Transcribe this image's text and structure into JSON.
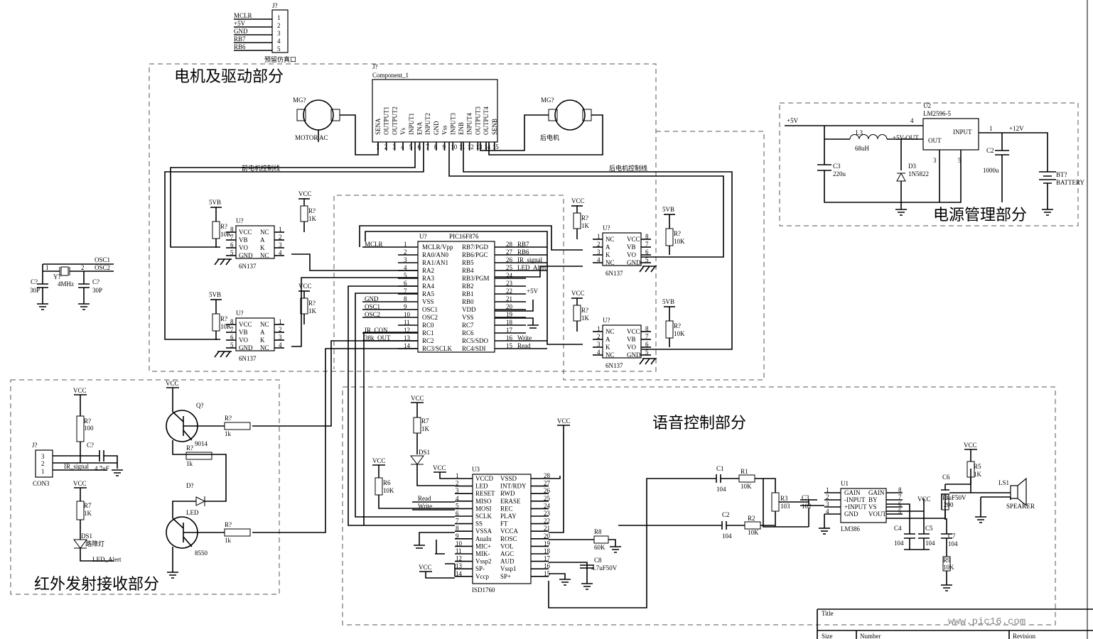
{
  "sections": {
    "motor": "电机及驱动部分",
    "power": "电源管理部分",
    "voice": "语音控制部分",
    "ir": "红外发射接收部分"
  },
  "header_j": {
    "ref": "J?",
    "pins": [
      "1",
      "2",
      "3",
      "4",
      "5"
    ],
    "nets": [
      "MCLR",
      "+5V",
      "GND",
      "RB7",
      "RB6"
    ],
    "label": "预留仿真口"
  },
  "driver": {
    "ref": "J?",
    "name": "Component_1",
    "pins": [
      "SENA",
      "OUTPUT1",
      "OUTPUT2",
      "Vs",
      "INPUT1",
      "ENA",
      "INPUT2",
      "GND",
      "Vss",
      "INPUT3",
      "ENB",
      "INPUT4",
      "OUTPUT3",
      "OUTPUT4",
      "SENB"
    ],
    "nums": [
      "1",
      "2",
      "3",
      "4",
      "5",
      "6",
      "7",
      "8",
      "9",
      "10",
      "11",
      "12",
      "13",
      "14",
      "15"
    ],
    "front_wire": "前电机控制线",
    "rear_wire": "后电机控制线"
  },
  "motors": [
    {
      "ref": "MG?",
      "label": "MOTOR AC"
    },
    {
      "ref": "MG?",
      "label": "后电机"
    }
  ],
  "power": {
    "in": "+5V",
    "out": "+12V",
    "ic_ref": "U2",
    "ic_name": "LM2596-5",
    "ic_pins": [
      "INPUT",
      "OUT"
    ],
    "ic_nums": [
      "4",
      "1",
      "3",
      "5"
    ],
    "net_5vout": "+5V-OUT",
    "l": {
      "ref": "L3",
      "val": "68uH"
    },
    "c3": {
      "ref": "C3",
      "val": "220u"
    },
    "d3": {
      "ref": "D3",
      "val": "1N5822"
    },
    "c2": {
      "ref": "C2",
      "val": "1000u"
    },
    "bt": {
      "ref": "BT?",
      "val": "BATTERY"
    }
  },
  "opto_left": [
    {
      "ref": "U?",
      "name": "6N137",
      "supply": "5VB",
      "rref": "R?",
      "rval": "10K",
      "vcc": "VCC",
      "r2ref": "R?",
      "r2val": "1K"
    },
    {
      "ref": "U?",
      "name": "6N137",
      "supply": "5VB",
      "rref": "R?",
      "rval": "10K",
      "vcc": "VCC",
      "r2ref": "R?",
      "r2val": "1K"
    }
  ],
  "opto_right": [
    {
      "ref": "U?",
      "name": "6N137",
      "supply": "5VB",
      "rref": "R?",
      "rval": "10K",
      "vcc": "VCC",
      "r2ref": "R?",
      "r2val": "1K"
    },
    {
      "ref": "U?",
      "name": "6N137",
      "supply": "5VB",
      "rref": "R?",
      "rval": "10K",
      "vcc": "VCC",
      "r2ref": "R?",
      "r2val": "1K"
    }
  ],
  "opto_left_pins": [
    "VCC",
    "VB",
    "VO",
    "GND",
    "NC",
    "A",
    "K",
    "NC"
  ],
  "opto_left_nums": [
    "8",
    "7",
    "6",
    "5",
    "1",
    "2",
    "3",
    "4"
  ],
  "opto_right_pins": [
    "NC",
    "A",
    "K",
    "NC",
    "VCC",
    "VB",
    "VO",
    "GND"
  ],
  "opto_right_nums": [
    "1",
    "2",
    "3",
    "4",
    "8",
    "7",
    "6",
    "5"
  ],
  "mcu": {
    "ref": "U?",
    "name": "PIC16F876",
    "left_pins": [
      "MCLR/Vpp",
      "RA0/AN0",
      "RA1/AN1",
      "RA2",
      "RA3",
      "RA4",
      "RA5",
      "VSS",
      "OSC1",
      "OSC2",
      "RC0",
      "RC1",
      "RC2",
      "RC3/SCLK"
    ],
    "left_nums": [
      "1",
      "2",
      "3",
      "4",
      "5",
      "6",
      "7",
      "8",
      "9",
      "10",
      "11",
      "12",
      "13",
      "14"
    ],
    "right_pins": [
      "RB7/PGD",
      "RB6/PGC",
      "RB5",
      "RB4",
      "RB3/PGM",
      "RB2",
      "RB1",
      "RB0",
      "VDD",
      "VSS",
      "RC7",
      "RC6",
      "RC5/SDO",
      "RC4/SDI"
    ],
    "right_nums": [
      "28",
      "27",
      "26",
      "25",
      "24",
      "23",
      "22",
      "21",
      "20",
      "19",
      "18",
      "17",
      "16",
      "15"
    ],
    "left_nets": [
      "MCLR",
      "",
      "",
      "",
      "",
      "",
      "",
      "GND",
      "OSC1",
      "OSC2",
      "",
      "IR_CON",
      "38k_OUT",
      ""
    ],
    "right_nets": [
      "RB7",
      "RB6",
      "IR_signal",
      "LED_Alert",
      "",
      "",
      "",
      "",
      "",
      "",
      "",
      "",
      "Write",
      "Read"
    ],
    "vcc_label": "+5V"
  },
  "osc": {
    "net1": "OSC1",
    "net2": "OSC2",
    "c1ref": "C?",
    "c1val": "30P",
    "yref": "Y?",
    "yval": "4MHz",
    "c2ref": "C?",
    "c2val": "30P",
    "n1": "1",
    "n2": "2"
  },
  "ir": {
    "vcc": "VCC",
    "r_top": {
      "ref": "R?",
      "val": "100"
    },
    "cap": {
      "ref": "C?",
      "val": "4.7uF"
    },
    "conn": {
      "ref": "J?",
      "name": "CON3",
      "pins": [
        "3",
        "2",
        "1"
      ],
      "net": "IR_signal"
    },
    "r7": {
      "ref": "R7",
      "val": "1K"
    },
    "ds1": {
      "ref": "DS1",
      "label": "路障灯",
      "net": "LED_Alert"
    },
    "q1": {
      "ref": "Q?",
      "name": "9014"
    },
    "q2": {
      "ref": "Q?",
      "name": "8550"
    },
    "r1": {
      "ref": "R?",
      "val": "1k"
    },
    "r2": {
      "ref": "R?",
      "val": "1k"
    },
    "r3": {
      "ref": "R?",
      "val": "1k"
    },
    "led": {
      "ref": "D?",
      "label": "LED"
    }
  },
  "voice": {
    "ic_ref": "U3",
    "ic_name": "ISD1760",
    "left_pins": [
      "VCCD",
      "LED",
      "RESET",
      "MISO",
      "MOSI",
      "SCLK",
      "SS",
      "VSSA",
      "AnaIn",
      "MIC+",
      "MIK-",
      "Vssp2",
      "SP-",
      "Vccp"
    ],
    "left_nums": [
      "1",
      "2",
      "3",
      "4",
      "5",
      "6",
      "7",
      "8",
      "9",
      "10",
      "11",
      "12",
      "13",
      "14"
    ],
    "right_pins": [
      "VSSD",
      "INT/RDY",
      "RWD",
      "ERASE",
      "REC",
      "PLAY",
      "FT",
      "VCCA",
      "ROSC",
      "VOL",
      "AGC",
      "AUD",
      "Vssp1",
      "SP+"
    ],
    "right_nums": [
      "28",
      "27",
      "26",
      "25",
      "24",
      "23",
      "22",
      "21",
      "20",
      "19",
      "18",
      "17",
      "16",
      "15"
    ],
    "nets_left": {
      "read": "Read",
      "write": "Write"
    },
    "r7": {
      "ref": "R7",
      "val": "1K"
    },
    "ds1": "DS1",
    "r6": {
      "ref": "R6",
      "val": "10K"
    },
    "r8": {
      "ref": "R8",
      "val": "60K"
    },
    "c8": {
      "ref": "C8",
      "val": "4.7uF50V"
    },
    "vcc": "VCC",
    "c1": {
      "ref": "C1",
      "val": "104"
    },
    "c2": {
      "ref": "C2",
      "val": "104"
    },
    "r1": {
      "ref": "R1",
      "val": "10K"
    },
    "r2": {
      "ref": "R2",
      "val": "10K"
    },
    "r3": {
      "ref": "R3",
      "val": "103"
    },
    "c3": {
      "ref": "C3",
      "val": "102"
    },
    "amp_ref": "U1",
    "amp_name": "LM386",
    "amp_left": [
      "GAIN",
      "-INPUT",
      "+INPUT",
      "GND"
    ],
    "amp_right": [
      "GAIN",
      "BY",
      "VS",
      "VOUT"
    ],
    "amp_lnums": [
      "1",
      "2",
      "3",
      "4"
    ],
    "amp_rnums": [
      "8",
      "7",
      "6",
      "5"
    ],
    "c4": {
      "ref": "C4",
      "val": "104"
    },
    "c5": {
      "ref": "C5",
      "val": "104"
    },
    "c6": {
      "ref": "C6",
      "val": "1uF50V"
    },
    "c7": {
      "ref": "C7",
      "val": "104"
    },
    "r4": {
      "ref": "R4",
      "val": "200"
    },
    "r5": {
      "ref": "R5",
      "val": "1K"
    },
    "r9": {
      "ref": "R9",
      "val": "10K"
    },
    "ls": {
      "ref": "LS1",
      "label": "SPEAKER"
    }
  },
  "title_block": {
    "title": "Title",
    "size": "Size",
    "number": "Number",
    "revision": "Revision"
  },
  "watermark": "www.pic16.com"
}
